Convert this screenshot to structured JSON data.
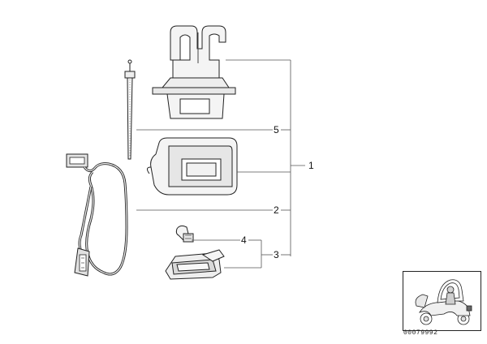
{
  "callouts": {
    "c1": "1",
    "c2": "2",
    "c3": "3",
    "c4": "4",
    "c5": "5"
  },
  "reference_number": "00079992",
  "parts": [
    {
      "icon": "bracket-holder-icon"
    },
    {
      "icon": "cable-tie-icon"
    },
    {
      "icon": "lamp-housing-icon"
    },
    {
      "icon": "wiring-harness-icon"
    },
    {
      "icon": "bulb-icon"
    },
    {
      "icon": "lamp-socket-icon"
    },
    {
      "icon": "scooter-thumbnail-icon"
    }
  ],
  "colors": {
    "line": "#222222",
    "fill_light": "#f2f2f2",
    "fill_mid": "#d9d9d9"
  }
}
